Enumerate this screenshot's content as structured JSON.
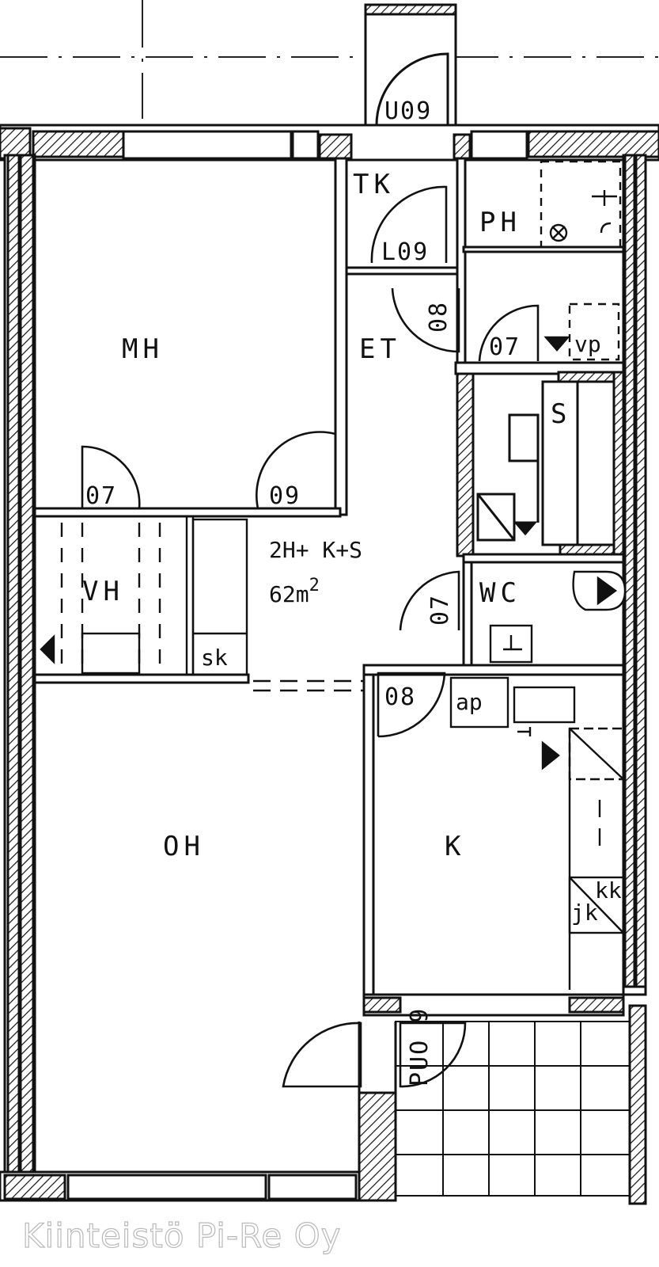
{
  "plan": {
    "summary_type": "2H+ K+S",
    "summary_area": "62m",
    "summary_area_sup": "2",
    "rooms": {
      "mh": "MH",
      "et": "ET",
      "tk": "TK",
      "ph": "PH",
      "vh": "VH",
      "sk": "sk",
      "s": "S",
      "wc": "WC",
      "oh": "OH",
      "k": "K",
      "vp": "vp",
      "ap": "ap",
      "jk": "jk",
      "kk": "kk"
    },
    "doors": {
      "u09": "U09",
      "l09": "L09",
      "et08": "08",
      "ph07": "07",
      "mh07": "07",
      "mh09": "09",
      "wc07": "07",
      "k08": "08",
      "puo9": "PUO 9"
    }
  },
  "watermark": "Kiinteistö Pi-Re Oy",
  "colors": {
    "ink": "#111111",
    "paper": "#ffffff"
  }
}
